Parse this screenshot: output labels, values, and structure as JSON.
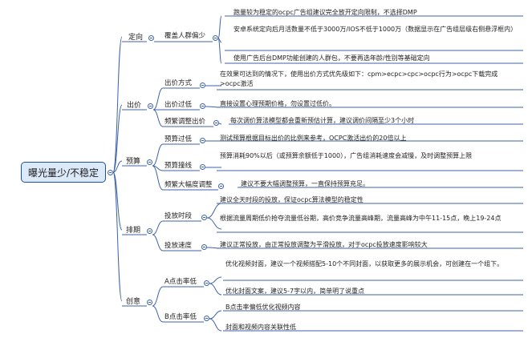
{
  "root": {
    "label": "曝光量少/不稳定"
  },
  "branches": [
    {
      "label": "定向",
      "children": [
        {
          "label": "覆盖人群偏少",
          "leaves": [
            "跑量较为稳定的ocpc广告组建议完全放开定向限制，不选择DMP",
            "安卓系统定向后月活数量不低于3000万/IOS不低于1000万（数据显示在广告组层级右侧悬浮框内）",
            "使用广告后台DMP功能创建的人群包，不要再选年龄/性别等基础定向"
          ]
        }
      ]
    },
    {
      "label": "出价",
      "children": [
        {
          "label": "出价方式",
          "leaves": [
            "在效果可达到的情况下，使用出价方式优先级如下：cpm>ecpc>cpc>ocpc行为>ocpc下载完成>ocpc激活"
          ]
        },
        {
          "label": "出价过低",
          "leaves": [
            "直接设置心理预期价格，勿设置过低价。"
          ]
        },
        {
          "label": "频繁调整出价",
          "leaves": [
            "每次调价算法模型都会重新预估计算，建议调价间隔至少3个小时"
          ]
        }
      ]
    },
    {
      "label": "预算",
      "children": [
        {
          "label": "预算过低",
          "leaves": [
            "测试预算根据目标出价的比例来参考，OCPC激活出价的20倍以上"
          ]
        },
        {
          "label": "预算撞线",
          "leaves": [
            "预算消耗90%以后（或预算余额低于1000），广告组消耗速度会减慢，及时调整预算上限"
          ]
        },
        {
          "label": "频繁大幅度调整",
          "leaves": [
            "建议不要大幅调整预算，一直保持预算充足。"
          ]
        }
      ]
    },
    {
      "label": "排期",
      "children": [
        {
          "label": "投放时段",
          "leaves": [
            "建议全天时段的投放，保证ocpc算法模型的稳定性",
            "根据流量周期低价抢夺流量低谷期，高价竞争流量高峰期，流量高峰为中午11-15点，晚上19-24点"
          ]
        },
        {
          "label": "投放速度",
          "leaves": [
            "建议正常投放，由正常投放调整为平滑投放，对于ocpc投放速度影响较大"
          ]
        }
      ]
    },
    {
      "label": "创意",
      "children": [
        {
          "label": "A点击率低",
          "leaves": [
            "优化视频封面，建议一个视频搭配5-10个不同封面，以获取更多的展示机会，可创建在一个组下。",
            "优化封面文案，建议5-7字以内，简单明了说重点"
          ]
        },
        {
          "label": "B点击率低",
          "leaves": [
            "B点击率偏低优化视频内容",
            "封面和视频内容关联性低"
          ]
        }
      ]
    }
  ],
  "colors": {
    "line": "#3e63a7",
    "root_fill": "#dbe9f9",
    "root_border": "#1f4e9a",
    "toggle": "#3e63a7"
  }
}
